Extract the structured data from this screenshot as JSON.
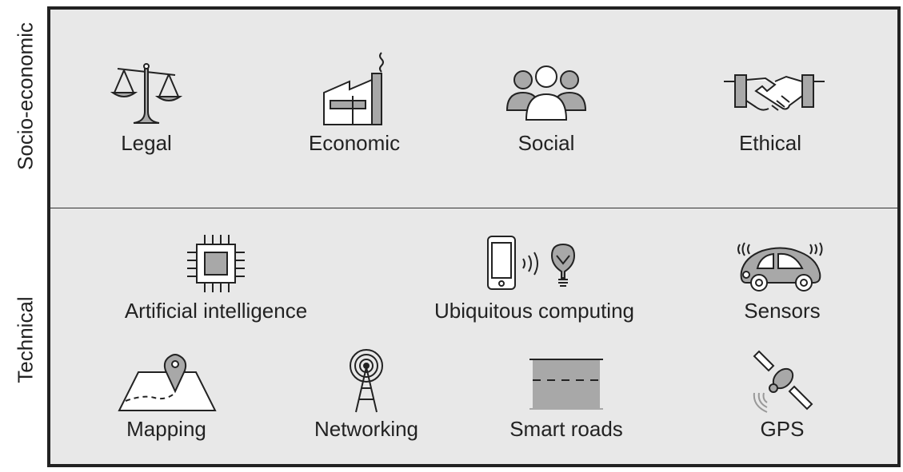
{
  "sections": {
    "socio_economic": {
      "label": "Socio-economic",
      "items": [
        {
          "label": "Legal",
          "icon": "scales-of-justice-icon"
        },
        {
          "label": "Economic",
          "icon": "factory-icon"
        },
        {
          "label": "Social",
          "icon": "group-of-people-icon"
        },
        {
          "label": "Ethical",
          "icon": "handshake-icon"
        }
      ]
    },
    "technical": {
      "label": "Technical",
      "items": [
        {
          "label": "Artificial intelligence",
          "icon": "microchip-icon"
        },
        {
          "label": "Ubiquitous computing",
          "icon": "phone-and-lightbulb-icon"
        },
        {
          "label": "Sensors",
          "icon": "car-with-signals-icon"
        },
        {
          "label": "Mapping",
          "icon": "map-pin-icon"
        },
        {
          "label": "Networking",
          "icon": "radio-tower-icon"
        },
        {
          "label": "Smart roads",
          "icon": "road-icon"
        },
        {
          "label": "GPS",
          "icon": "satellite-icon"
        }
      ]
    }
  },
  "colors": {
    "frame": "#222222",
    "panel_bg": "#e8e8e8",
    "icon_fill": "#a8a8a8",
    "icon_stroke": "#222222"
  }
}
